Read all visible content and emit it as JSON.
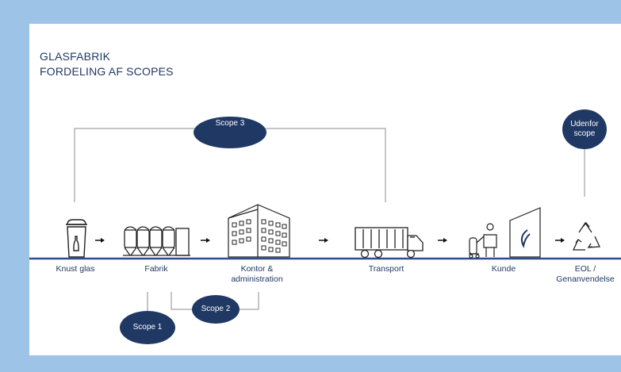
{
  "title": {
    "line1": "GLASFABRIK",
    "line2": "FORDELING AF SCOPES"
  },
  "stages": {
    "knust_glas": "Knust glas",
    "fabrik": "Fabrik",
    "kontor_1": "Kontor &",
    "kontor_2": "administration",
    "transport": "Transport",
    "kunde": "Kunde",
    "eol_1": "EOL /",
    "eol_2": "Genanvendelse"
  },
  "scopes": {
    "scope1": "Scope 1",
    "scope2": "Scope 2",
    "scope3": "Scope 3",
    "outside_1": "Udenfor",
    "outside_2": "scope"
  },
  "colors": {
    "navy": "#1f3864",
    "line": "#2e4d8a",
    "frame": "#9dc3e6"
  }
}
